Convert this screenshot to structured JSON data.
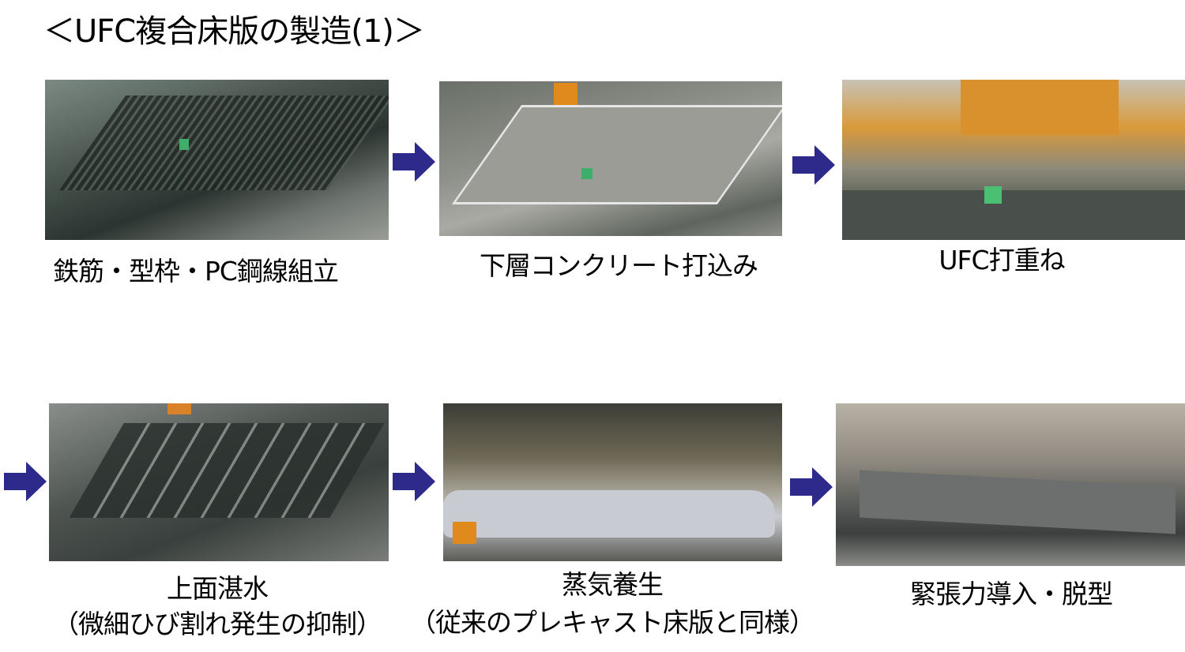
{
  "title": "＜UFC複合床版の製造(1)＞",
  "colors": {
    "arrow": "#2e2a8c"
  },
  "steps": [
    {
      "caption": "鉄筋・型枠・PC鋼線組立"
    },
    {
      "caption": "下層コンクリート打込み"
    },
    {
      "caption": "UFC打重ね"
    },
    {
      "caption": "上面湛水",
      "note": "（微細ひび割れ発生の抑制）"
    },
    {
      "caption": "蒸気養生",
      "note": "（従来のプレキャスト床版と同様）"
    },
    {
      "caption": "緊張力導入・脱型"
    }
  ]
}
